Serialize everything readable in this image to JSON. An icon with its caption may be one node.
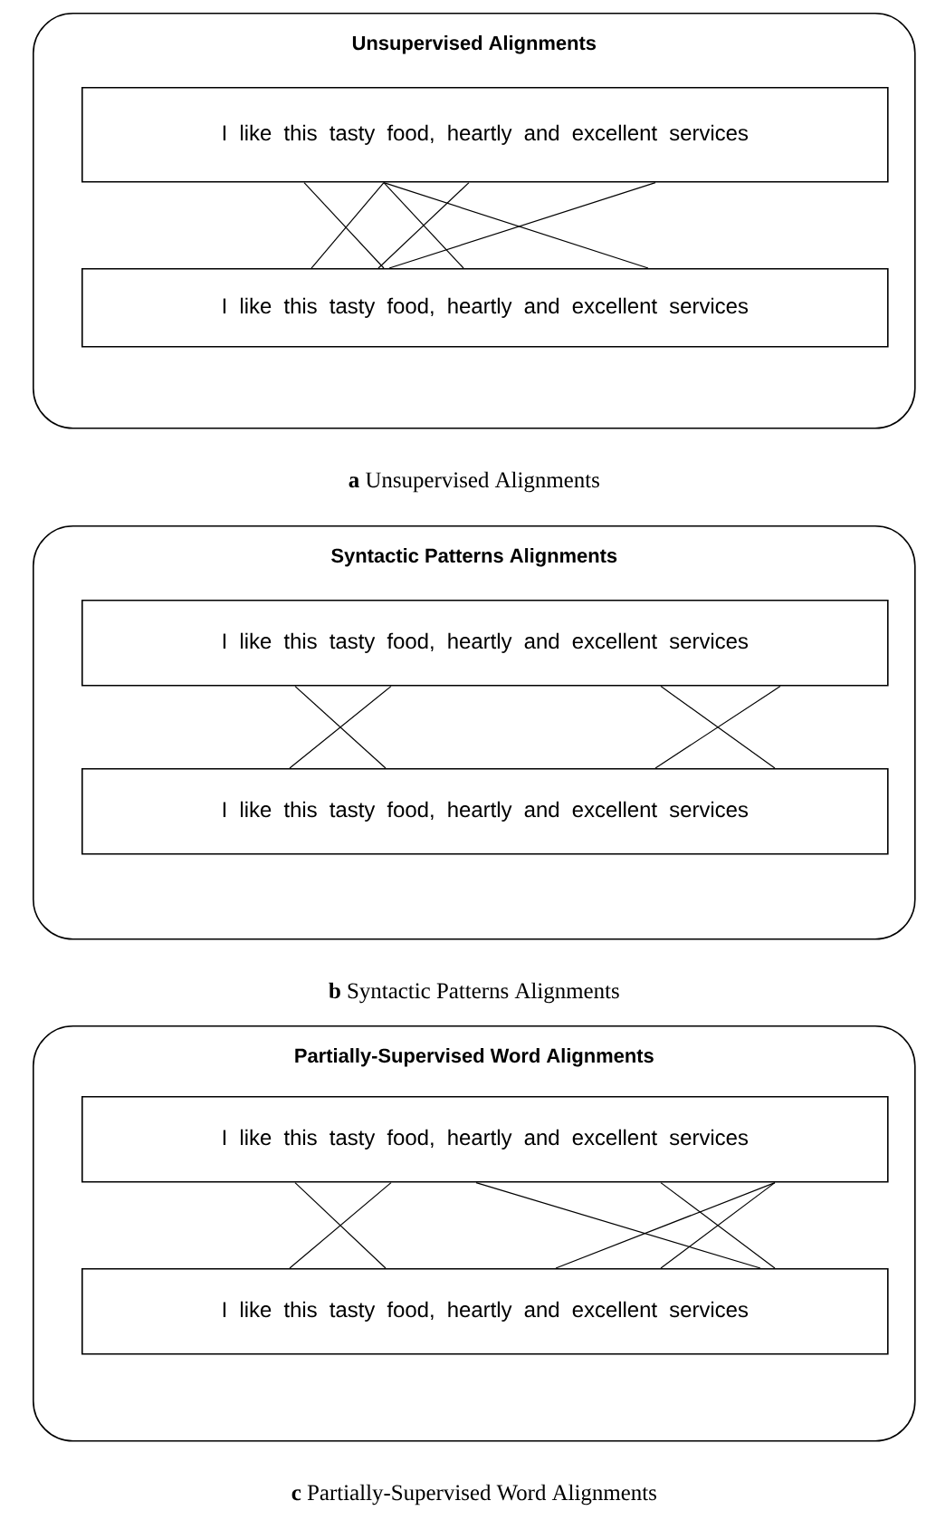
{
  "diagram": {
    "nodes": [
      {
        "text": [
          "Unsupervised Alignments"
        ],
        "beside": [
          "**a** Unsupervised Alignments"
        ]
      },
      {
        "text": [
          "I like this tasty food, heartly and excellent services"
        ],
        "in": 0
      },
      {
        "text": [
          "I like this tasty food, heartly and excellent services"
        ],
        "in": 0
      },
      {
        "text": [
          "Syntactic Patterns Alignments"
        ],
        "beside": [
          "**b** Syntactic Patterns Alignments"
        ]
      },
      {
        "text": [
          "I like this tasty food, heartly and excellent services"
        ],
        "in": 3
      },
      {
        "text": [
          "I like this tasty food, heartly and excellent services"
        ],
        "in": 3
      },
      {
        "text": [
          "Partially-Supervised Word Alignments"
        ],
        "beside": [
          "**c** Partially-Supervised Word Alignments"
        ]
      },
      {
        "text": [
          "I like this tasty food, heartly and excellent services"
        ],
        "in": 6
      },
      {
        "text": [
          "I like this tasty food, heartly and excellent services"
        ],
        "in": 6
      }
    ],
    "edges": [
      {
        "from": 1,
        "to": 2,
        "arrow": "none"
      },
      {
        "from": 1,
        "to": 2,
        "arrow": "none"
      },
      {
        "from": 1,
        "to": 2,
        "arrow": "none"
      },
      {
        "from": 1,
        "to": 2,
        "arrow": "none"
      },
      {
        "from": 1,
        "to": 2,
        "arrow": "none"
      },
      {
        "from": 1,
        "to": 2,
        "arrow": "none"
      },
      {
        "from": 4,
        "to": 5,
        "arrow": "none"
      },
      {
        "from": 4,
        "to": 5,
        "arrow": "none"
      },
      {
        "from": 4,
        "to": 5,
        "arrow": "none"
      },
      {
        "from": 4,
        "to": 5,
        "arrow": "none"
      },
      {
        "from": 7,
        "to": 8,
        "arrow": "none"
      },
      {
        "from": 7,
        "to": 8,
        "arrow": "none"
      },
      {
        "from": 7,
        "to": 8,
        "arrow": "none"
      },
      {
        "from": 7,
        "to": 8,
        "arrow": "none"
      },
      {
        "from": 7,
        "to": 8,
        "arrow": "none"
      },
      {
        "from": 7,
        "to": 8,
        "arrow": "none"
      }
    ]
  }
}
